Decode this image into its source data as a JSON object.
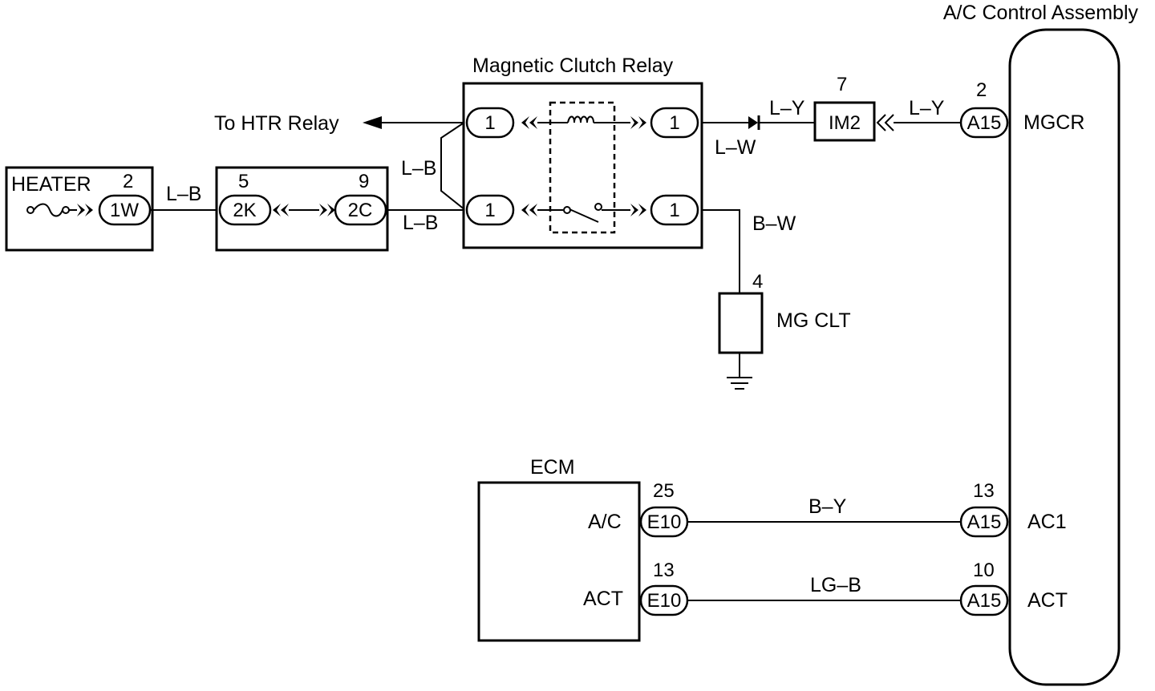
{
  "components": {
    "heater": {
      "label": "HEATER",
      "connector": "1W",
      "pin": "2"
    },
    "junction": {
      "left_connector": "2K",
      "left_pin": "5",
      "right_connector": "2C",
      "right_pin": "9"
    },
    "relay": {
      "label": "Magnetic Clutch Relay",
      "pin_top_left": "1",
      "pin_top_right": "1",
      "pin_bottom_left": "1",
      "pin_bottom_right": "1"
    },
    "im2": {
      "label": "IM2",
      "pin": "7"
    },
    "ac_control": {
      "label": "A/C Control Assembly",
      "terminals": [
        {
          "connector": "A15",
          "pin": "2",
          "signal": "MGCR"
        },
        {
          "connector": "A15",
          "pin": "13",
          "signal": "AC1"
        },
        {
          "connector": "A15",
          "pin": "10",
          "signal": "ACT"
        }
      ]
    },
    "mg_clt": {
      "label": "MG CLT",
      "pin": "4"
    },
    "ecm": {
      "label": "ECM",
      "terminals": [
        {
          "signal": "A/C",
          "connector": "E10",
          "pin": "25"
        },
        {
          "signal": "ACT",
          "connector": "E10",
          "pin": "13"
        }
      ]
    }
  },
  "destinations": {
    "htr_relay": "To HTR Relay"
  },
  "wires": {
    "heater_to_junction": "L–B",
    "junction_to_relay": "L–B",
    "relay_jumper": "L–B",
    "relay_to_diode": "L–W",
    "diode_to_im2": "L–Y",
    "im2_to_ac": "L–Y",
    "relay_to_mgclt": "B–W",
    "ecm_ac_line": "B–Y",
    "ecm_act_line": "LG–B"
  }
}
